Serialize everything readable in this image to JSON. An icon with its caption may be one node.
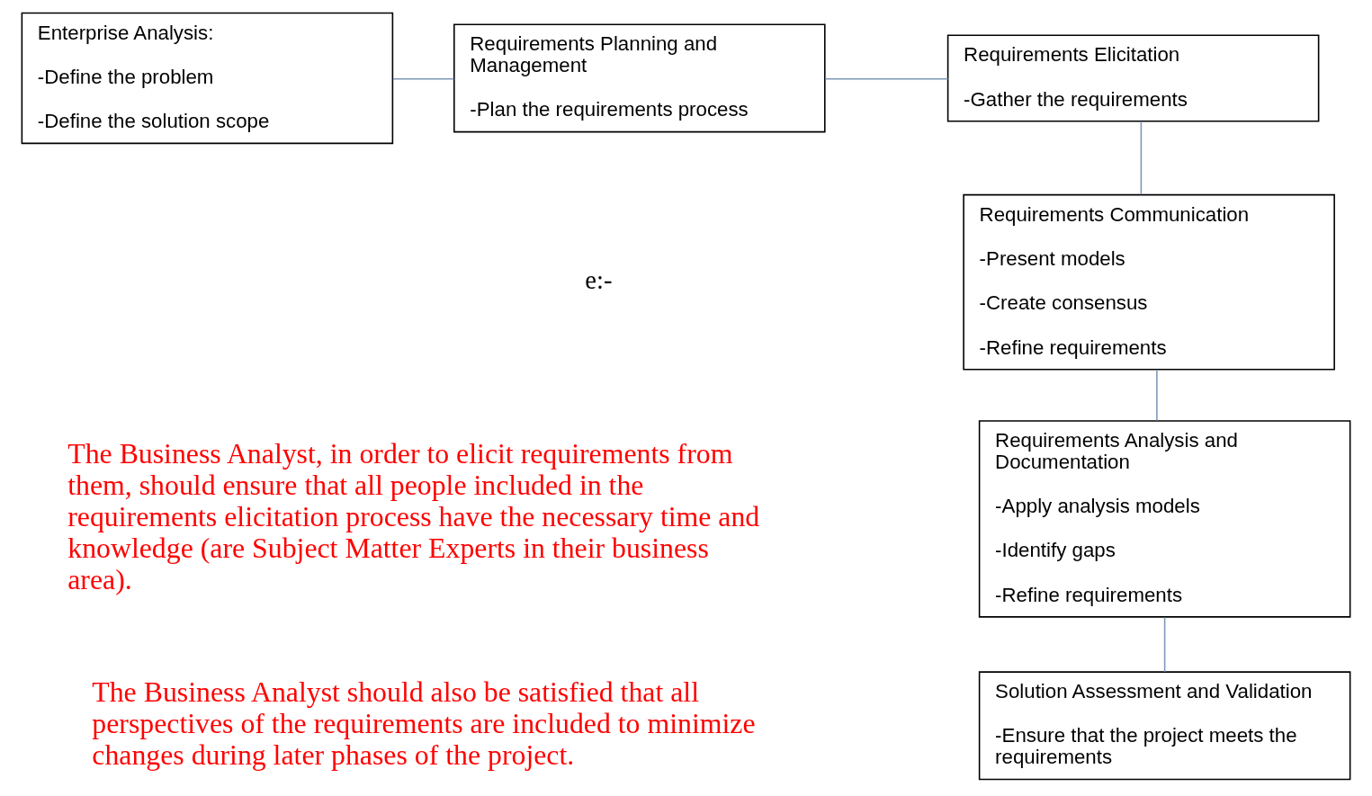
{
  "diagram": {
    "nodes": [
      {
        "text": [
          "Enterprise Analysis:",
          "-Define the problem",
          "-Define the solution scope"
        ]
      },
      {
        "text": [
          "Requirements Planning and Management",
          "-Plan the requirements process"
        ]
      },
      {
        "text": [
          "Requirements Elicitation",
          "-Gather the requirements"
        ]
      },
      {
        "text": [
          "Requirements Communication",
          "-Present models",
          "-Create consensus",
          "-Refine requirements"
        ]
      },
      {
        "text": [
          "Requirements Analysis and Documentation",
          "-Apply analysis models",
          "-Identify gaps",
          "-Refine requirements"
        ]
      },
      {
        "text": [
          "Solution Assessment and Validation",
          "-Ensure that the project meets the requirements"
        ]
      }
    ],
    "edges": [
      {
        "from": 0,
        "to": 1,
        "arrow": "none"
      },
      {
        "from": 1,
        "to": 2,
        "arrow": "none"
      },
      {
        "from": 2,
        "to": 3,
        "arrow": "none"
      },
      {
        "from": 3,
        "to": 4,
        "arrow": "none"
      },
      {
        "from": 4,
        "to": 5,
        "arrow": "none"
      }
    ],
    "labels": [
      "e:-",
      "The Business Analyst, in order to elicit requirements from them, should ensure that all people included in the requirements elicitation process have the necessary time and knowledge (are Subject Matter Experts in their business area).",
      "The Business Analyst should also be satisfied that all perspectives of the requirements are included to minimize changes during later phases of the project."
    ]
  }
}
